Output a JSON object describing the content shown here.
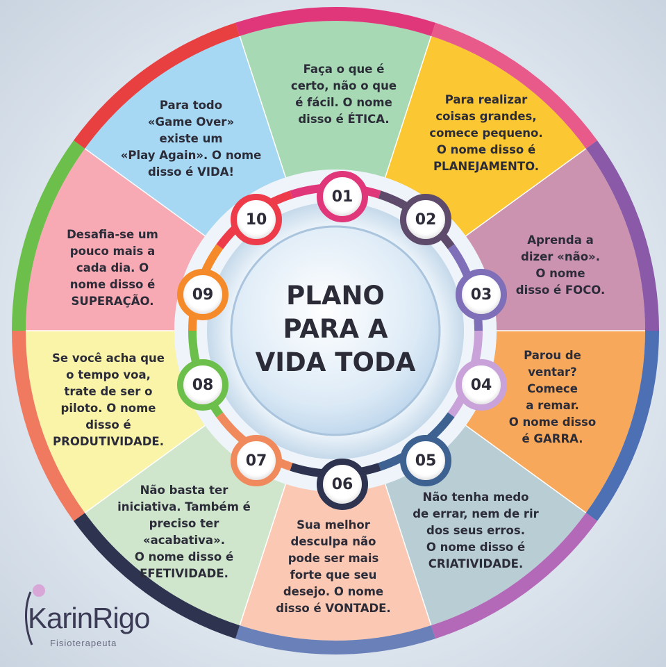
{
  "title": "PLANO\nPARA A\nVIDA TODA",
  "segments": [
    {
      "number": "01",
      "text": "Faça o que é\ncerto, não o que\né fácil. O nome\ndisso é ÉTICA.",
      "color": "#a7d9b4",
      "ring": "#e0367a"
    },
    {
      "number": "02",
      "text": "Para realizar\ncoisas grandes,\ncomece pequeno.\nO nome disso é\nPLANEJAMENTO.",
      "color": "#fbc732",
      "ring": "#5e4a6a"
    },
    {
      "number": "03",
      "text": "Aprenda a\ndizer «não».\nO nome\ndisso é FOCO.",
      "color": "#cc93b0",
      "ring": "#7e6fb8"
    },
    {
      "number": "04",
      "text": "Parou de\nventar?\nComece\na remar.\nO nome disso\né GARRA.",
      "color": "#f7a85a",
      "ring": "#c8a2d8"
    },
    {
      "number": "05",
      "text": "Não tenha medo\nde errar, nem de rir\ndos seus erros.\nO nome disso é\nCRIATIVIDADE.",
      "color": "#b9cdd4",
      "ring": "#3d6190"
    },
    {
      "number": "06",
      "text": "Sua melhor\ndesculpa não\npode ser mais\nforte que seu\ndesejo. O nome\ndisso é VONTADE.",
      "color": "#fbc8b4",
      "ring": "#2e3350"
    },
    {
      "number": "07",
      "text": "Não basta ter\niniciativa. Também é\npreciso ter\n«acabativa».\nO nome disso é\nEFETIVIDADE.",
      "color": "#cfe6cd",
      "ring": "#f08a5d"
    },
    {
      "number": "08",
      "text": "Se você acha que\no tempo voa,\ntrate de ser o\npiloto. O nome\ndisso é\nPRODUTIVIDADE.",
      "color": "#faf4a8",
      "ring": "#6cbf4a"
    },
    {
      "number": "09",
      "text": "Desafia-se um\npouco mais a\ncada dia. O\nnome disso é\nSUPERAÇÃO.",
      "color": "#f7aab4",
      "ring": "#f58a2a"
    },
    {
      "number": "10",
      "text": "Para todo\n«Game Over»\nexiste um\n«Play Again». O nome\ndisso é VIDA!",
      "color": "#a6d8f4",
      "ring": "#ee3b4a"
    }
  ],
  "outer_ring_colors": [
    "#e0367a",
    "#e85a8a",
    "#8a5aa8",
    "#4d6fb4",
    "#b468b8",
    "#6a80b8",
    "#2e3350",
    "#f07a60",
    "#6cbf4a",
    "#e84040"
  ],
  "logo": {
    "name": "KarinRigo",
    "subtitle": "Fisioterapeuta"
  }
}
